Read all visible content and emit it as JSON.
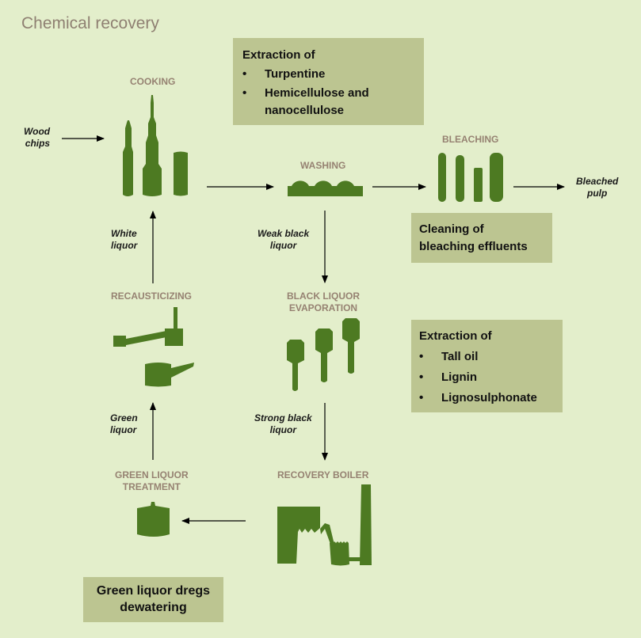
{
  "title": "Chemical recovery",
  "stages": {
    "cooking": "COOKING",
    "washing": "WASHING",
    "bleaching": "BLEACHING",
    "recausticizing": "RECAUSTICIZING",
    "black_liquor_evaporation_line1": "BLACK LIQUOR",
    "black_liquor_evaporation_line2": "EVAPORATION",
    "green_liquor_treatment_line1": "GREEN LIQUOR",
    "green_liquor_treatment_line2": "TREATMENT",
    "recovery_boiler": "RECOVERY BOILER"
  },
  "flows": {
    "wood_chips": [
      "Wood",
      "chips"
    ],
    "bleached_pulp": [
      "Bleached",
      "pulp"
    ],
    "white_liquor": [
      "White",
      "liquor"
    ],
    "weak_black_liquor": [
      "Weak black",
      "liquor"
    ],
    "green_liquor": [
      "Green",
      "liquor"
    ],
    "strong_black_liquor": [
      "Strong black",
      "liquor"
    ]
  },
  "boxes": {
    "extraction_top": {
      "heading": "Extraction of",
      "bullet": "•",
      "items": [
        "Turpentine",
        "Hemicellulose and",
        "nanocellulose"
      ]
    },
    "cleaning": {
      "lines": [
        "Cleaning of",
        "bleaching effluents"
      ]
    },
    "extraction_right": {
      "heading": "Extraction of",
      "bullet": "•",
      "items": [
        "Tall oil",
        "Lignin",
        "Lignosulphonate"
      ]
    },
    "dregs": {
      "lines": [
        "Green liquor dregs",
        "dewatering"
      ]
    }
  },
  "colors": {
    "background": "#e3eecb",
    "box_fill": "#bcc591",
    "icon_green": "#4d7a22",
    "stage_label": "#968272",
    "title": "#8f8072"
  }
}
